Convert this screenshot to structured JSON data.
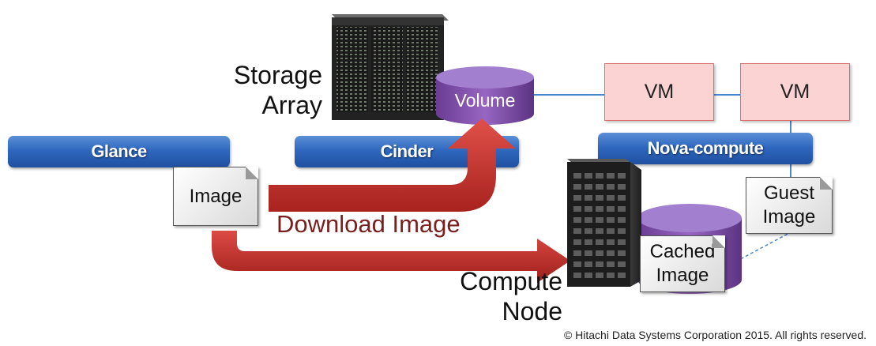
{
  "labels": {
    "storage_array": "Storage\nArray",
    "compute_node": "Compute\nNode",
    "download_image": "Download Image"
  },
  "services": {
    "glance": "Glance",
    "cinder": "Cinder",
    "nova": "Nova-compute"
  },
  "volume": "Volume",
  "vms": [
    "VM",
    "VM"
  ],
  "images": {
    "image": "Image",
    "guest_image": "Guest\nImage",
    "cached_image": "Cached\nImage"
  },
  "footer": "© Hitachi Data Systems Corporation  2015. All rights reserved.",
  "colors": {
    "service_bar": "#2f68bf",
    "arrow": "#c0302b",
    "cylinder": "#7e4aa6",
    "vm_fill": "#fbd3d3",
    "link_line": "#4a86d0",
    "download_text": "#7a1e1e"
  }
}
